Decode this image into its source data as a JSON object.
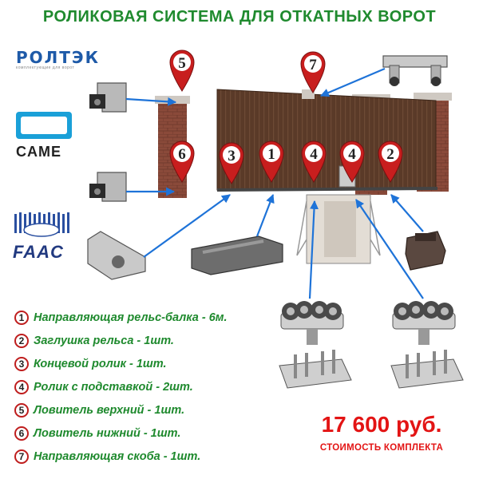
{
  "title": "РОЛИКОВАЯ СИСТЕМА ДЛЯ ОТКАТНЫХ ВОРОТ",
  "logos": {
    "roltek": "РОЛТЭК",
    "roltek_sub": "комплектующие для ворот",
    "came": "CAME",
    "faac": "FAAC"
  },
  "pins": [
    "5",
    "7",
    "6",
    "3",
    "1",
    "4",
    "4",
    "2"
  ],
  "legend": [
    {
      "num": "1",
      "label": "Направляющая рельс-балка - 6м."
    },
    {
      "num": "2",
      "label": "Заглушка рельса - 1шт."
    },
    {
      "num": "3",
      "label": "Концевой ролик - 1шт."
    },
    {
      "num": "4",
      "label": "Ролик с подставкой - 2шт."
    },
    {
      "num": "5",
      "label": "Ловитель верхний - 1шт."
    },
    {
      "num": "6",
      "label": "Ловитель нижний - 1шт."
    },
    {
      "num": "7",
      "label": "Направляющая скоба - 1шт."
    }
  ],
  "price": "17 600 руб.",
  "price_caption": "СТОИМОСТЬ КОМПЛЕКТА",
  "colors": {
    "title_green": "#1f8a2e",
    "pin_red": "#c81e1e",
    "arrow_blue": "#1e73d8",
    "price_red": "#e31414",
    "gate_brown": "#5a3a28"
  }
}
